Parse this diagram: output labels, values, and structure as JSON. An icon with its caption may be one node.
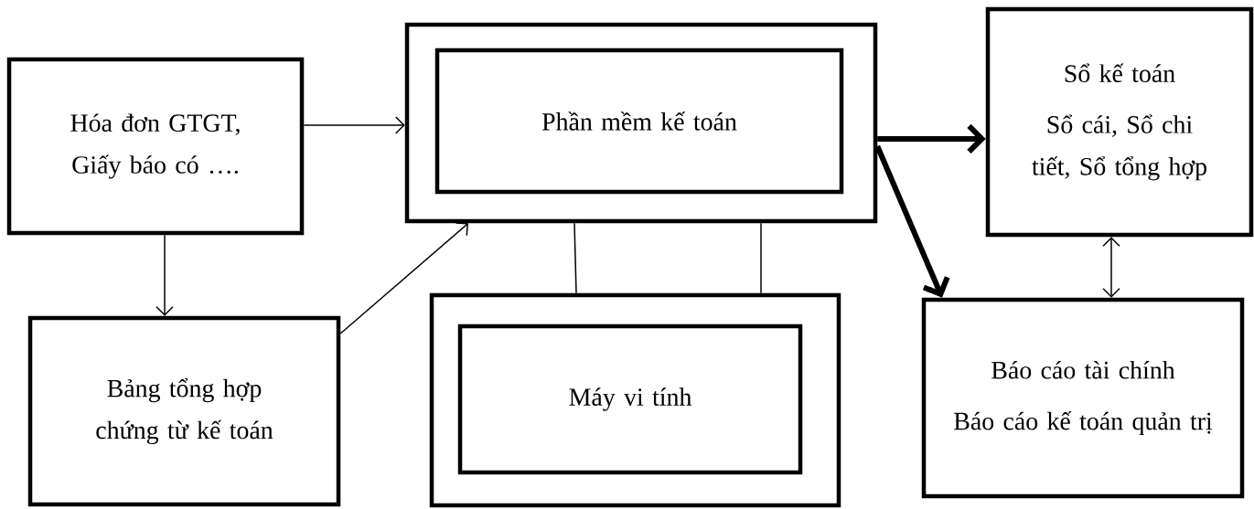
{
  "diagram": {
    "nodes": [
      {
        "text": [
          "Hóa đơn GTGT, Giấy báo có …."
        ]
      },
      {
        "text": [
          "Bảng tổng hợp chứng từ kế toán"
        ]
      },
      {
        "text": [],
        "shape": "box"
      },
      {
        "text": [
          "Phần mềm kế toán"
        ],
        "in": 2
      },
      {
        "text": [],
        "shape": "box"
      },
      {
        "text": [
          "Máy vi tính"
        ],
        "in": 4
      },
      {
        "text": [
          "Sổ kế toán",
          "Sổ cái, Sổ chi tiết, Sổ tổng hợp"
        ]
      },
      {
        "text": [
          "Báo cáo tài chính",
          "Báo cáo kế toán quản trị"
        ]
      }
    ],
    "edges": [
      {
        "from": 0,
        "to": 2,
        "arrow": "to"
      },
      {
        "from": 0,
        "to": 1,
        "arrow": "to"
      },
      {
        "from": 1,
        "to": 2,
        "arrow": "to"
      },
      {
        "from": 2,
        "to": 4,
        "arrow": "none"
      },
      {
        "from": 2,
        "to": 4,
        "arrow": "none"
      },
      {
        "from": 2,
        "to": 6,
        "arrow": "to",
        "style": "thick"
      },
      {
        "from": 2,
        "to": 7,
        "arrow": "to",
        "style": "thick"
      },
      {
        "from": 6,
        "to": 7,
        "arrow": "both"
      }
    ]
  }
}
